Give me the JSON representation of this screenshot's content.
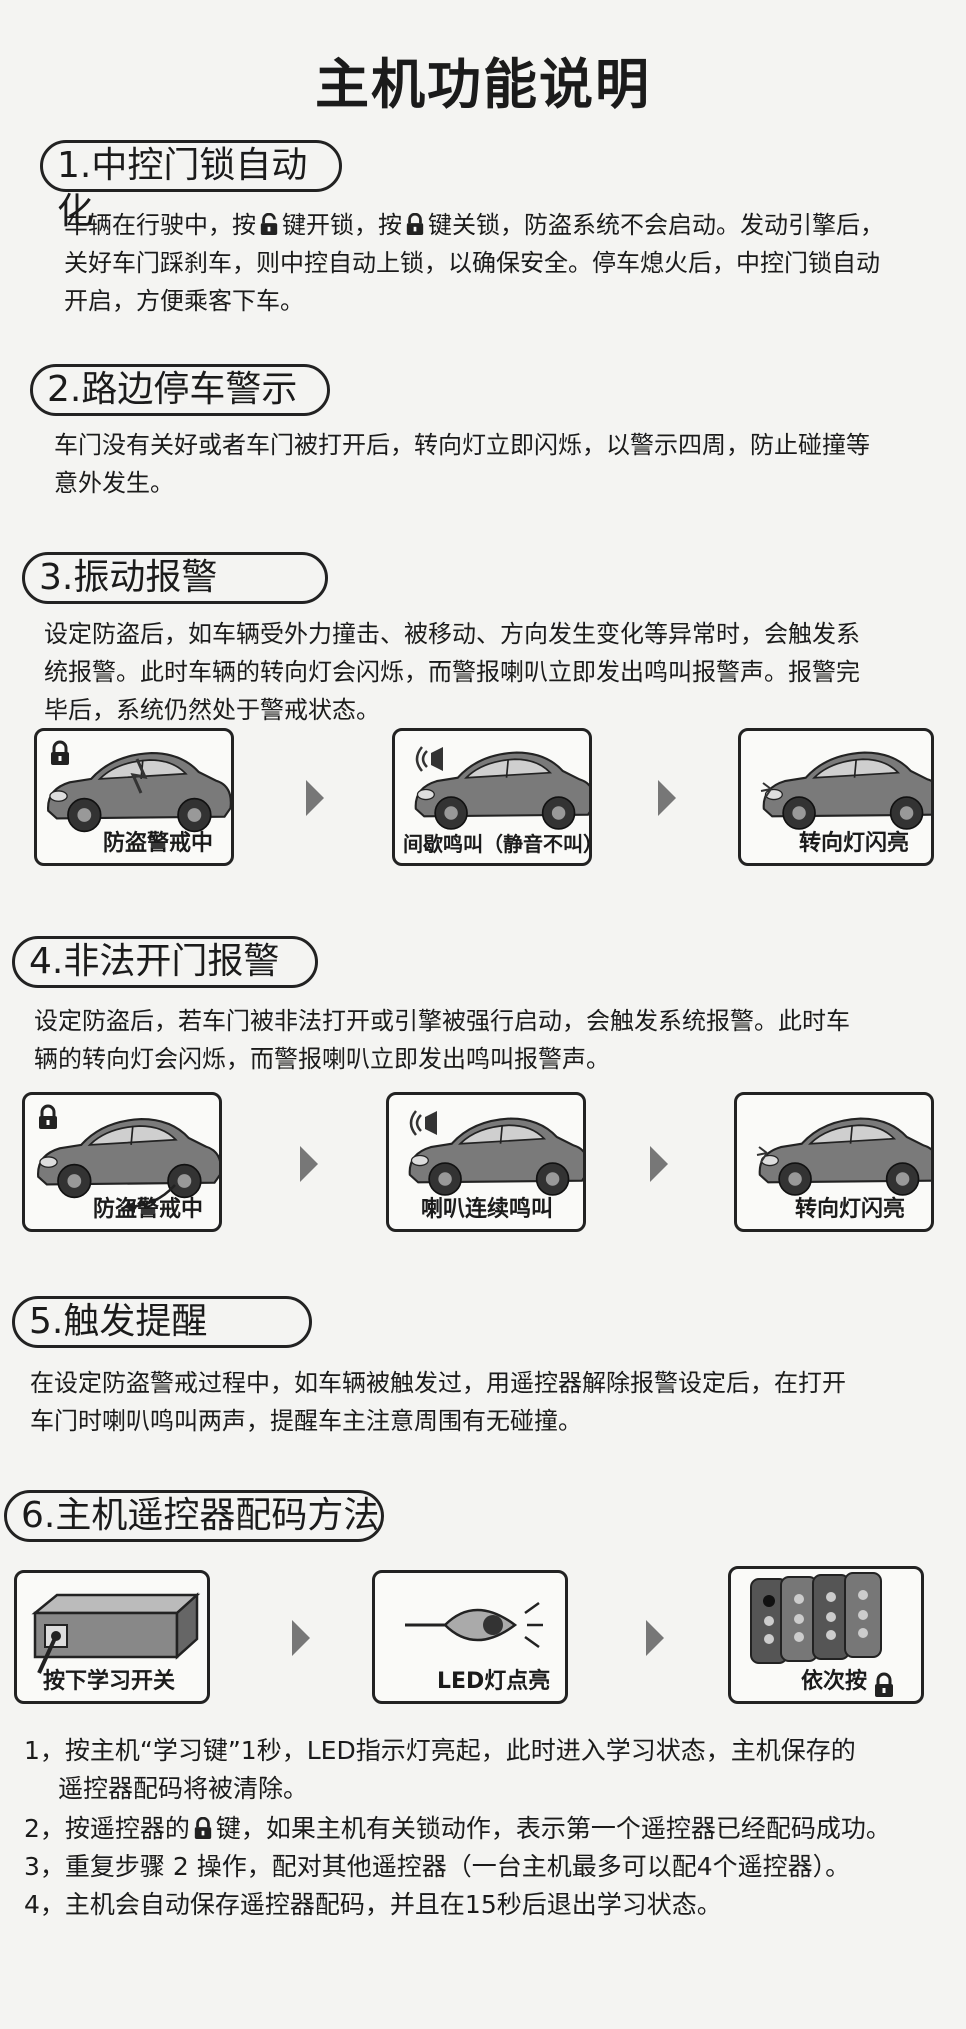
{
  "title": "主机功能说明",
  "sections": [
    {
      "heading": "1.中控门锁自动化",
      "text_a": "车辆在行驶中，按",
      "text_b": "键开锁，按",
      "text_c": "键关锁，防盗系统不会启动。发动引擎后，\n关好车门踩刹车，则中控自动上锁，以确保安全。停车熄火后，中控门锁自动\n开启，方便乘客下车。"
    },
    {
      "heading": "2.路边停车警示",
      "text": "车门没有关好或者车门被打开后，转向灯立即闪烁，以警示四周，防止碰撞等\n意外发生。"
    },
    {
      "heading": "3.振动报警",
      "text": "设定防盗后，如车辆受外力撞击、被移动、方向发生变化等异常时，会触发系\n统报警。此时车辆的转向灯会闪烁，而警报喇叭立即发出鸣叫报警声。报警完\n毕后，系统仍然处于警戒状态。",
      "panels": [
        "防盗警戒中",
        "间歇鸣叫（静音不叫）",
        "转向灯闪亮"
      ]
    },
    {
      "heading": "4.非法开门报警",
      "text": "设定防盗后，若车门被非法打开或引擎被强行启动，会触发系统报警。此时车\n辆的转向灯会闪烁，而警报喇叭立即发出鸣叫报警声。",
      "panels": [
        "防盗警戒中",
        "喇叭连续鸣叫",
        "转向灯闪亮"
      ]
    },
    {
      "heading": "5.触发提醒",
      "text": "在设定防盗警戒过程中，如车辆被触发过，用遥控器解除报警设定后，在打开\n车门时喇叭鸣叫两声，提醒车主注意周围有无碰撞。"
    },
    {
      "heading": "6.主机遥控器配码方法",
      "panels": [
        "按下学习开关",
        "LED灯点亮",
        "依次按"
      ],
      "steps": [
        {
          "a": "1，按主机“学习键”1秒，LED指示灯亮起，此时进入学习状态，主机保存的",
          "b": "遥控器配码将被清除。"
        },
        {
          "a": "2，按遥控器的",
          "c": "键，如果主机有关锁动作，表示第一个遥控器已经配码成功。"
        },
        {
          "a": "3，重复步骤 2 操作，配对其他遥控器（一台主机最多可以配4个遥控器）。"
        },
        {
          "a": "4，主机会自动保存遥控器配码，并且在15秒后退出学习状态。"
        }
      ]
    }
  ],
  "icons": {
    "unlock": "unlock-icon",
    "lock": "lock-icon",
    "car": "car-icon",
    "horn": "horn-icon",
    "arrow": "arrow-right-icon",
    "host": "host-unit-icon",
    "led": "led-icon",
    "remote": "remote-icon"
  }
}
